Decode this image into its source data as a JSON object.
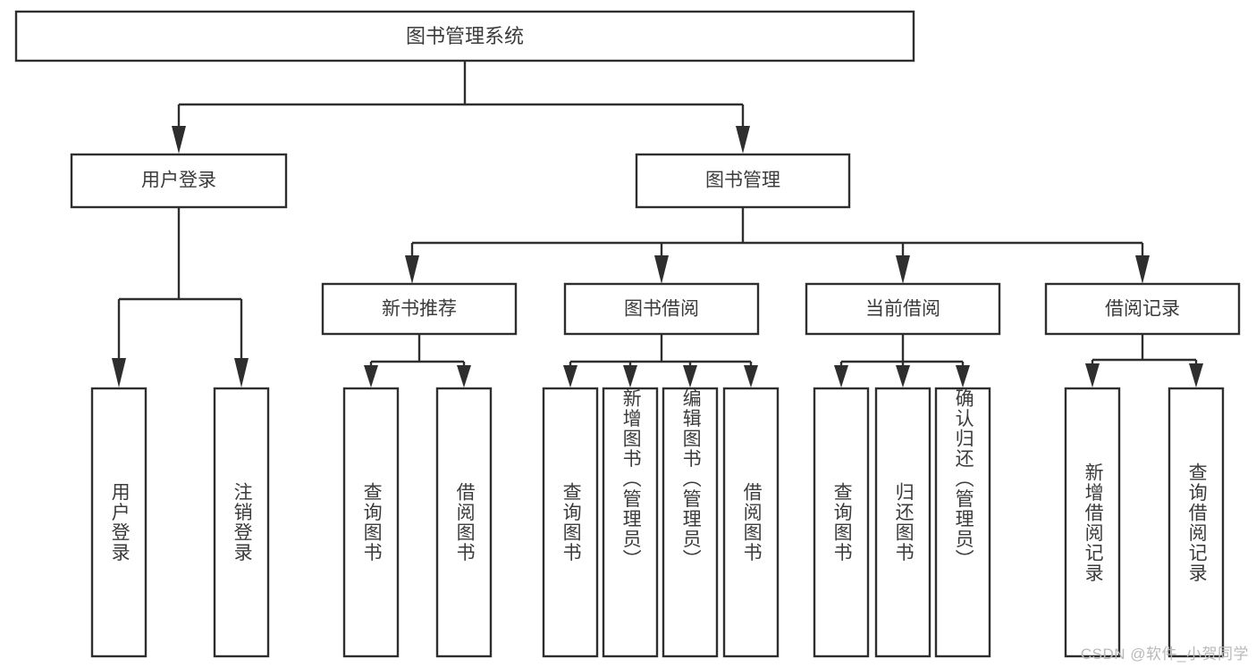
{
  "diagram": {
    "type": "tree",
    "title": "图书管理系统",
    "orientation": "top-down",
    "colors": {
      "box_fill": "#ffffff",
      "box_stroke": "#2e2e2e",
      "text": "#3b3b3b",
      "background": "#ffffff",
      "watermark": "#b9b9b9"
    },
    "root": {
      "label": "图书管理系统"
    },
    "level2": [
      {
        "label": "用户登录"
      },
      {
        "label": "图书管理"
      }
    ],
    "level3": [
      {
        "label": "新书推荐"
      },
      {
        "label": "图书借阅"
      },
      {
        "label": "当前借阅"
      },
      {
        "label": "借阅记录"
      }
    ],
    "leaves": {
      "user_login": [
        {
          "label": "用户登录"
        },
        {
          "label": "注销登录"
        }
      ],
      "new_book_recommend": [
        {
          "label": "查询图书"
        },
        {
          "label": "借阅图书"
        }
      ],
      "book_borrow": [
        {
          "label": "查询图书"
        },
        {
          "label": "新增图书（管理员）"
        },
        {
          "label": "编辑图书（管理员）"
        },
        {
          "label": "借阅图书"
        }
      ],
      "current_borrow": [
        {
          "label": "查询图书"
        },
        {
          "label": "归还图书"
        },
        {
          "label": "确认归还（管理员）"
        }
      ],
      "borrow_record": [
        {
          "label": "新增借阅记录"
        },
        {
          "label": "查询借阅记录"
        }
      ]
    }
  },
  "watermark": {
    "text": "CSDN @软件_小贺同学"
  }
}
